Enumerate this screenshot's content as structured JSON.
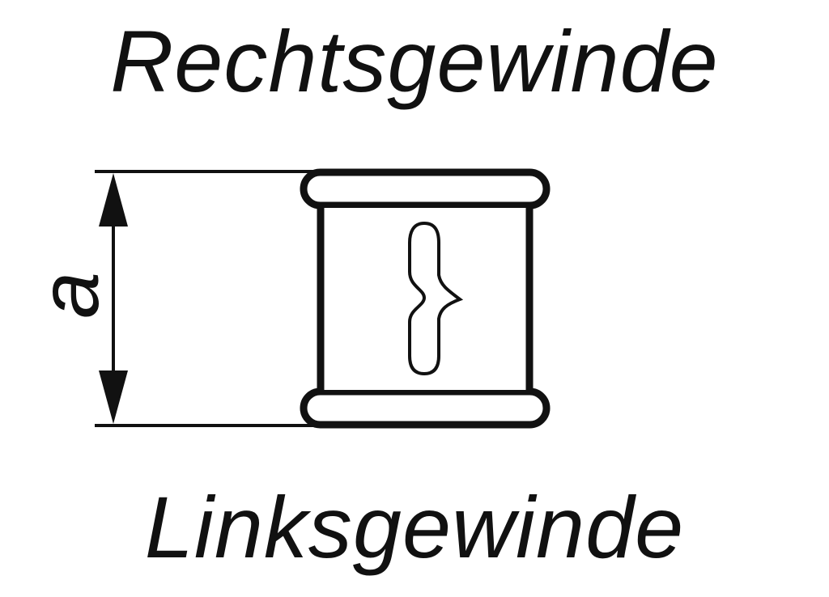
{
  "diagram": {
    "label_top": "Rechtsgewinde",
    "label_bottom": "Linksgewinde",
    "dimension_label": "a"
  },
  "colors": {
    "ink": "#111111",
    "background": "#ffffff"
  },
  "icons": [
    "thread-coupling-icon",
    "dimension-arrow-icon"
  ]
}
